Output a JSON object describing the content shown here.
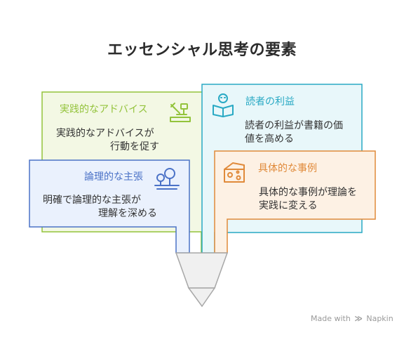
{
  "title": "エッセンシャル思考の要素",
  "cards": {
    "advice": {
      "header": "実践的なアドバイス",
      "body_line1": "実践的なアドバイスが",
      "body_line2": "行動を促す",
      "color": "#93c33b",
      "fill": "#f3f8e4",
      "icon": "tools-icon"
    },
    "benefit": {
      "header": "読者の利益",
      "body_line1": "読者の利益が書籍の価",
      "body_line2": "値を高める",
      "color": "#28a9c4",
      "fill": "#e8f7fa",
      "icon": "reader-icon"
    },
    "logic": {
      "header": "論理的な主張",
      "body_line1": "明確で論理的な主張が",
      "body_line2": "理解を深める",
      "color": "#4b72c7",
      "fill": "#eaf1fd",
      "icon": "tree-icon"
    },
    "example": {
      "header": "具体的な事例",
      "body_line1": "具体的な事例が理論を",
      "body_line2": "実践に変える",
      "color": "#e08a3a",
      "fill": "#fdf1e4",
      "icon": "cheese-icon"
    }
  },
  "watermark": {
    "prefix": "Made with",
    "brand": "Napkin"
  }
}
